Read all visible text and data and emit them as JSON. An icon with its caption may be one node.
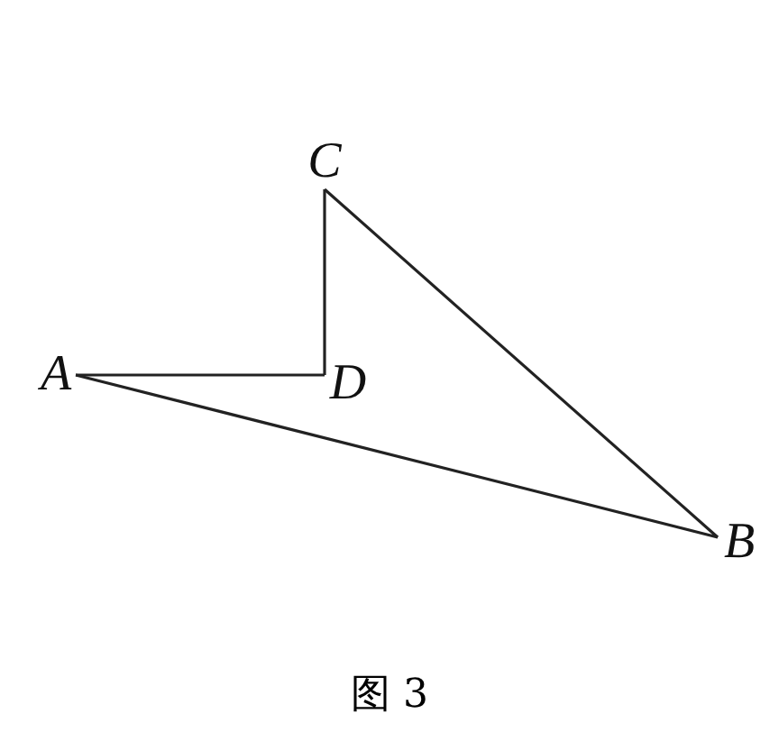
{
  "diagram": {
    "caption": "图 3",
    "nodes": [
      {
        "text": [
          "C"
        ]
      },
      {
        "text": [
          "A"
        ]
      },
      {
        "text": [
          "D"
        ]
      },
      {
        "text": [
          "B"
        ]
      }
    ],
    "edges": [
      {
        "from": 1,
        "to": 2,
        "arrow": "none"
      },
      {
        "from": 2,
        "to": 0,
        "arrow": "none"
      },
      {
        "from": 0,
        "to": 3,
        "arrow": "none"
      },
      {
        "from": 1,
        "to": 3,
        "arrow": "none"
      }
    ]
  }
}
